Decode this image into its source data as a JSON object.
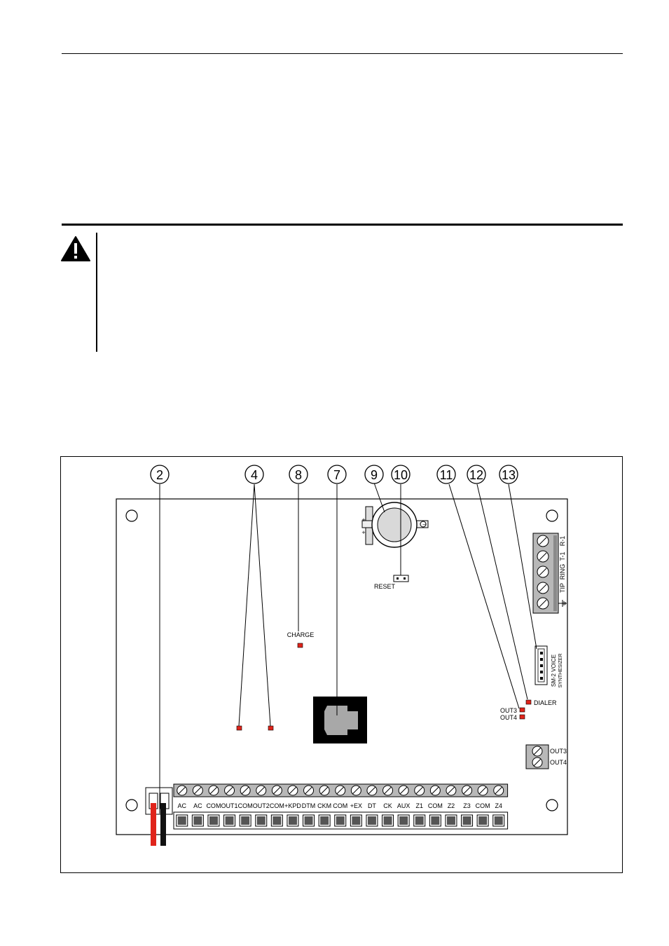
{
  "warning": {
    "icon": "warning-triangle-icon"
  },
  "figure": {
    "callouts": [
      "2",
      "4",
      "8",
      "7",
      "9",
      "10",
      "11",
      "12",
      "13"
    ],
    "board_labels": {
      "charge": "CHARGE",
      "reset": "RESET",
      "dialer": "DIALER",
      "out3": "OUT3",
      "out4": "OUT4",
      "out3_terminal": "OUT3",
      "out4_terminal": "OUT4",
      "voice_line1": "SM-2 VOICE",
      "voice_line2": "SYNTHESIZER",
      "phone_r1": "R-1",
      "phone_t1": "T-1",
      "phone_ring": "RING",
      "phone_tip": "TIP",
      "battery_plus": "+",
      "battery_minus": "–"
    },
    "terminals": [
      "AC",
      "AC",
      "COM",
      "OUT1",
      "COM",
      "OUT2",
      "COM",
      "+KPD",
      "DTM",
      "CKM",
      "COM",
      "+EX",
      "DT",
      "CK",
      "AUX",
      "Z1",
      "COM",
      "Z2",
      "Z3",
      "COM",
      "Z4"
    ],
    "led_color": "#e0241b",
    "wire_colors": [
      "#e0241b",
      "#111111"
    ]
  }
}
